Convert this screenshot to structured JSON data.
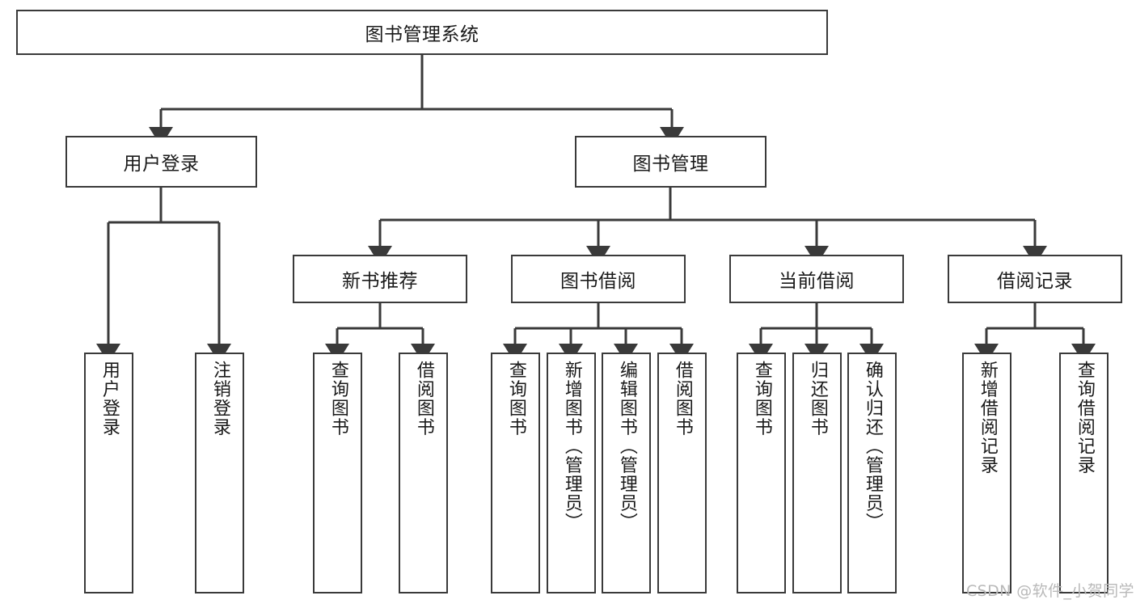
{
  "diagram": {
    "title": "图书管理系统",
    "type": "hierarchy-tree",
    "watermark": "CSDN @软件_小贺同学",
    "colors": {
      "stroke": "#3a3a3a",
      "fill": "#ffffff",
      "text": "#1a1a1a",
      "watermark": "#b9b9b9"
    },
    "nodes": {
      "root": {
        "label": "图书管理系统",
        "level": 1
      },
      "level2": [
        {
          "id": "user-login",
          "label": "用户登录"
        },
        {
          "id": "book-manage",
          "label": "图书管理"
        }
      ],
      "level3": [
        {
          "id": "new-book-rec",
          "label": "新书推荐"
        },
        {
          "id": "book-borrow",
          "label": "图书借阅"
        },
        {
          "id": "current-borrow",
          "label": "当前借阅"
        },
        {
          "id": "borrow-record",
          "label": "借阅记录"
        }
      ],
      "leaves": {
        "user-login": [
          {
            "id": "leaf-user-login",
            "label": "用户登录"
          },
          {
            "id": "leaf-logout",
            "label": "注销登录"
          }
        ],
        "new-book-rec": [
          {
            "id": "leaf-query-book-1",
            "label": "查询图书"
          },
          {
            "id": "leaf-borrow-book-1",
            "label": "借阅图书"
          }
        ],
        "book-borrow": [
          {
            "id": "leaf-query-book-2",
            "label": "查询图书"
          },
          {
            "id": "leaf-add-book",
            "label": "新增图书（管理员）"
          },
          {
            "id": "leaf-edit-book",
            "label": "编辑图书（管理员）"
          },
          {
            "id": "leaf-borrow-book-2",
            "label": "借阅图书"
          }
        ],
        "current-borrow": [
          {
            "id": "leaf-query-book-3",
            "label": "查询图书"
          },
          {
            "id": "leaf-return-book",
            "label": "归还图书"
          },
          {
            "id": "leaf-confirm-return",
            "label": "确认归还（管理员）"
          }
        ],
        "borrow-record": [
          {
            "id": "leaf-add-record",
            "label": "新增借阅记录"
          },
          {
            "id": "leaf-query-record",
            "label": "查询借阅记录"
          }
        ]
      }
    }
  }
}
